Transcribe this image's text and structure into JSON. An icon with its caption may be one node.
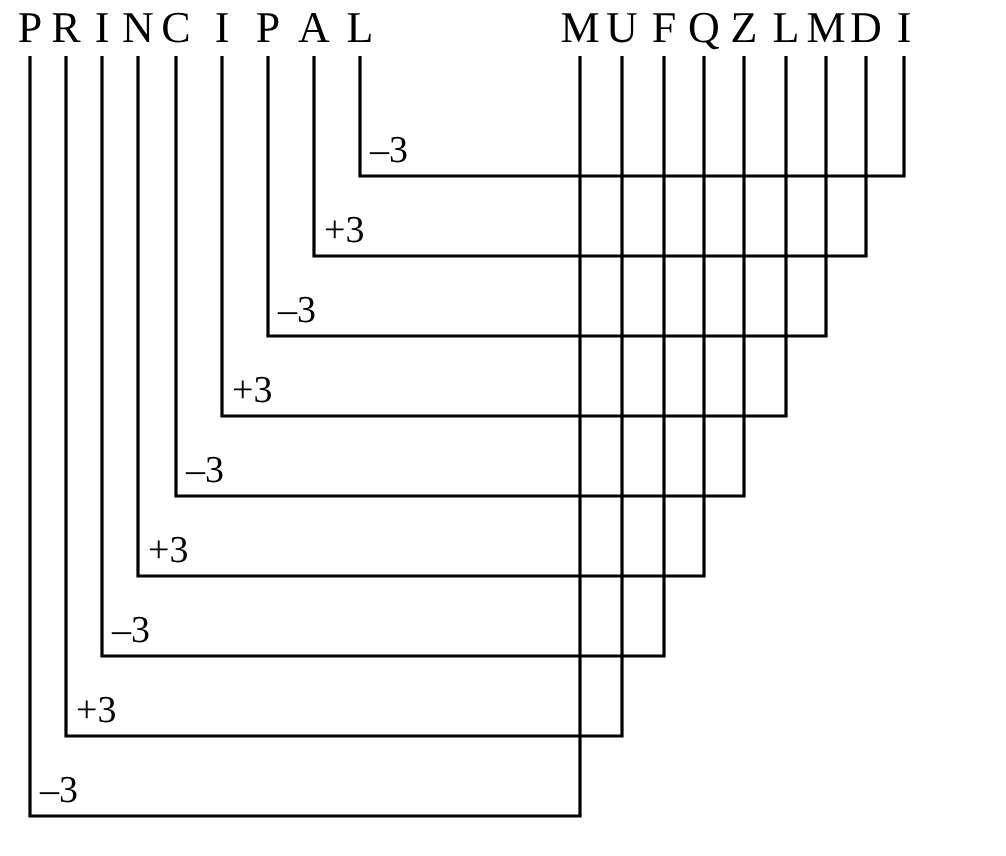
{
  "diagram": {
    "nodes": [
      {
        "text": [
          "P"
        ]
      },
      {
        "text": [
          "R"
        ]
      },
      {
        "text": [
          "I"
        ]
      },
      {
        "text": [
          "N"
        ]
      },
      {
        "text": [
          "C"
        ]
      },
      {
        "text": [
          "I"
        ]
      },
      {
        "text": [
          "P"
        ]
      },
      {
        "text": [
          "A"
        ]
      },
      {
        "text": [
          "L"
        ]
      },
      {
        "text": [
          "M"
        ]
      },
      {
        "text": [
          "U"
        ]
      },
      {
        "text": [
          "F"
        ]
      },
      {
        "text": [
          "Q"
        ]
      },
      {
        "text": [
          "Z"
        ]
      },
      {
        "text": [
          "L"
        ]
      },
      {
        "text": [
          "M"
        ]
      },
      {
        "text": [
          "D"
        ]
      },
      {
        "text": [
          "I"
        ]
      }
    ],
    "edges": [
      {
        "from": 8,
        "to": 17,
        "arrow": "none",
        "label": "–3"
      },
      {
        "from": 7,
        "to": 16,
        "arrow": "none",
        "label": "+3"
      },
      {
        "from": 6,
        "to": 15,
        "arrow": "none",
        "label": "–3"
      },
      {
        "from": 5,
        "to": 14,
        "arrow": "none",
        "label": "+3"
      },
      {
        "from": 4,
        "to": 13,
        "arrow": "none",
        "label": "–3"
      },
      {
        "from": 3,
        "to": 12,
        "arrow": "none",
        "label": "+3"
      },
      {
        "from": 2,
        "to": 11,
        "arrow": "none",
        "label": "–3"
      },
      {
        "from": 1,
        "to": 10,
        "arrow": "none",
        "label": "+3"
      },
      {
        "from": 0,
        "to": 9,
        "arrow": "none",
        "label": "–3"
      }
    ]
  }
}
